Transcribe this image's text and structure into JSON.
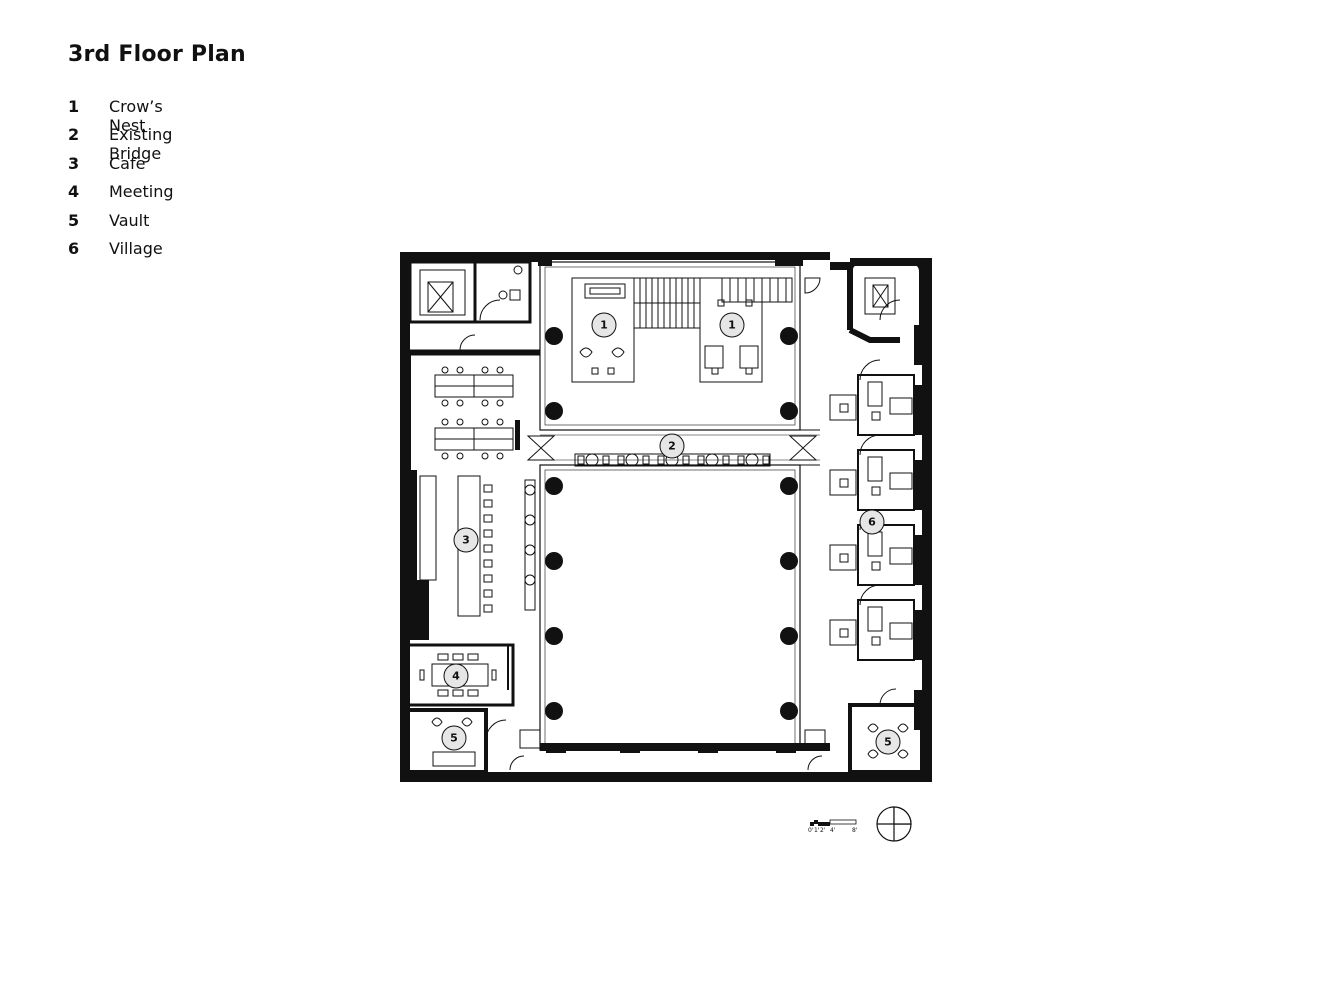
{
  "title": "3rd Floor Plan",
  "legend": [
    {
      "num": "1",
      "label": "Crow’s Nest"
    },
    {
      "num": "2",
      "label": "Existing Bridge"
    },
    {
      "num": "3",
      "label": "Cafe"
    },
    {
      "num": "4",
      "label": "Meeting"
    },
    {
      "num": "5",
      "label": "Vault"
    },
    {
      "num": "6",
      "label": "Village"
    }
  ],
  "plan_labels": {
    "crows_nest_a": "1",
    "crows_nest_b": "1",
    "bridge": "2",
    "cafe": "3",
    "meeting": "4",
    "vault_a": "5",
    "vault_b": "5",
    "village": "6"
  },
  "scale_bar": {
    "t0": "0'",
    "t1": "1'",
    "t2": "2'",
    "t4": "4'",
    "t8": "8'"
  },
  "icons": {
    "compass": "north-arrow-icon"
  }
}
